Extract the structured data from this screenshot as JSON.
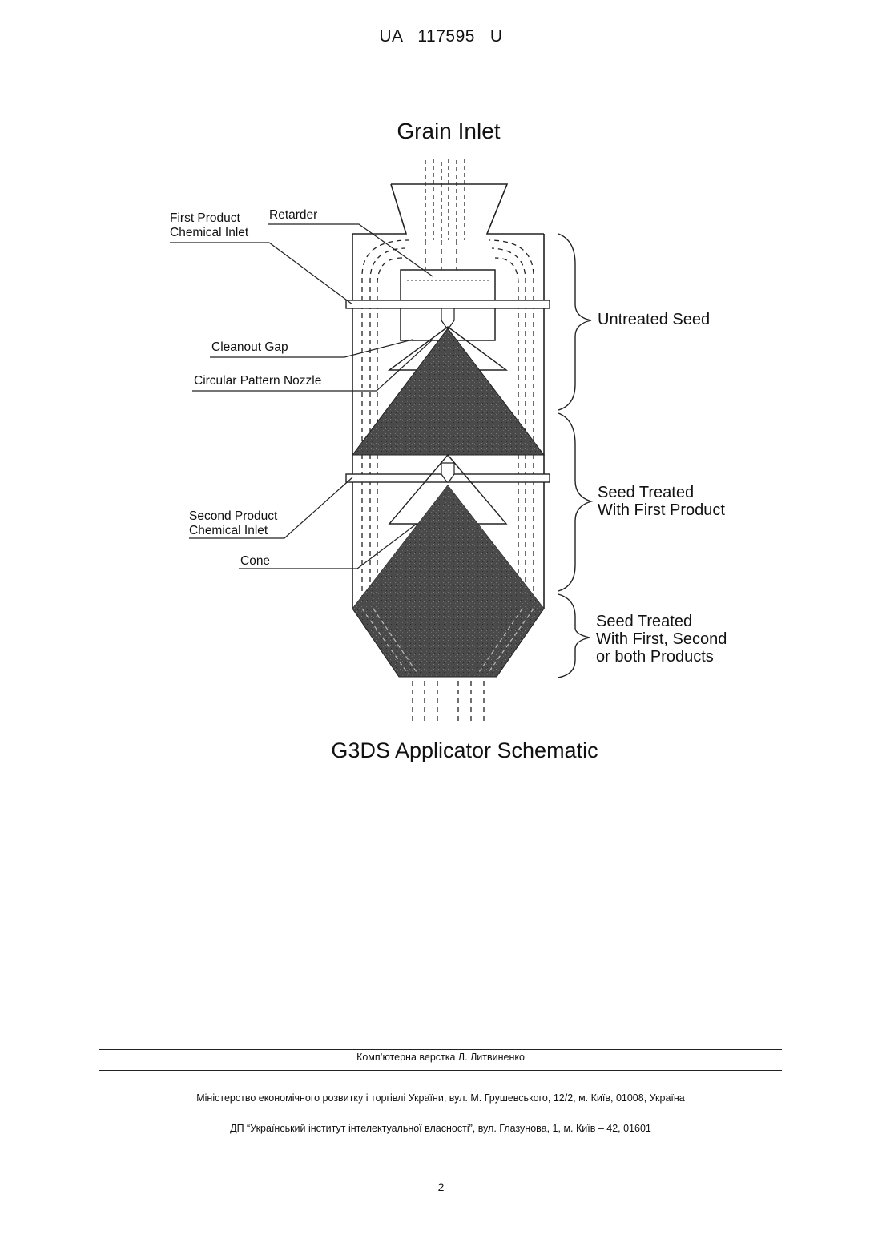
{
  "header": {
    "publication_number": "UA   117595   U"
  },
  "figure": {
    "title": "Grain Inlet",
    "caption": "G3DS Applicator Schematic",
    "labels": {
      "first_product_inlet": "First Product\nChemical Inlet",
      "retarder": "Retarder",
      "cleanout_gap": "Cleanout Gap",
      "circular_pattern_nozzle": "Circular Pattern Nozzle",
      "second_product_inlet": "Second Product\nChemical Inlet",
      "cone": "Cone"
    },
    "zones": {
      "untreated": "Untreated Seed",
      "first_product": "Seed Treated\nWith First Product",
      "both_products": "Seed Treated\nWith First, Second\nor both Products"
    }
  },
  "footer": {
    "typesetting": "Комп’ютерна верстка Л. Литвиненко",
    "ministry": "Міністерство економічного розвитку і торгівлі України, вул. М. Грушевського, 12/2, м. Київ, 01008, Україна",
    "institute": "ДП “Український інститут інтелектуальної власності”, вул. Глазунова, 1, м. Київ – 42, 01601",
    "page_number": "2"
  }
}
